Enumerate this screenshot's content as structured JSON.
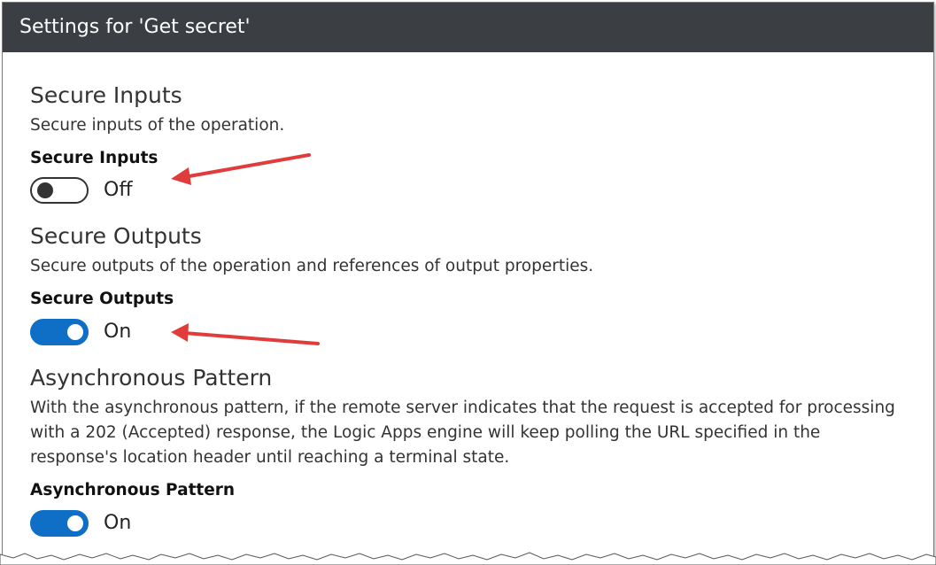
{
  "dialog": {
    "title": "Settings for 'Get secret'"
  },
  "sections": [
    {
      "title": "Secure Inputs",
      "description": "Secure inputs of the operation.",
      "field_label": "Secure Inputs",
      "toggle_state": "Off"
    },
    {
      "title": "Secure Outputs",
      "description": "Secure outputs of the operation and references of output properties.",
      "field_label": "Secure Outputs",
      "toggle_state": "On"
    },
    {
      "title": "Asynchronous Pattern",
      "description_lines": [
        "With the asynchronous pattern, if the remote server indicates that the request is accepted for processing",
        "with a 202 (Accepted) response, the Logic Apps engine will keep polling the URL specified in the",
        "response's location header until reaching a terminal state."
      ],
      "field_label": "Asynchronous Pattern",
      "toggle_state": "On"
    }
  ],
  "colors": {
    "header_bg": "#3b3f44",
    "toggle_on": "#0f6fc6",
    "annotation_arrow": "#e03c3c"
  }
}
